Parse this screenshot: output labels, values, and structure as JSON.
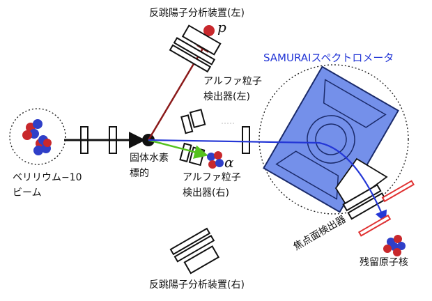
{
  "labels": {
    "recoil_proton_left": "反跳陽子分析装置(左)",
    "recoil_proton_right": "反跳陽子分析装置(右)",
    "proton_symbol": "p",
    "alpha_symbol": "α",
    "alpha_detector_left_line1": "アルファ粒子",
    "alpha_detector_left_line2": "検出器(左)",
    "alpha_detector_right_line1": "アルファ粒子",
    "alpha_detector_right_line2": "検出器(右)",
    "target_line1": "固体水素",
    "target_line2": "標的",
    "beam_line1": "ベリリウム−10",
    "beam_line2": "ビーム",
    "spectrometer": "SAMURAIスペクトロメータ",
    "focal_plane_detector": "焦点面検出器",
    "residual_nucleus": "残留原子核"
  },
  "colors": {
    "proton_track": "#8b1a1a",
    "alpha_track": "#55c21f",
    "beam_track": "#111111",
    "spectrometer_beam": "#2437d6",
    "magnet_fill": "#5c7ce6",
    "focal_detector": "#e03030",
    "nucleon_red": "#c8282c",
    "nucleon_blue": "#2f3fc8"
  },
  "icons": {
    "beam_nucleus": "beryllium-nucleus-icon",
    "proton": "proton-sphere-icon",
    "alpha": "alpha-particle-icon",
    "residual": "residual-nucleus-icon"
  }
}
